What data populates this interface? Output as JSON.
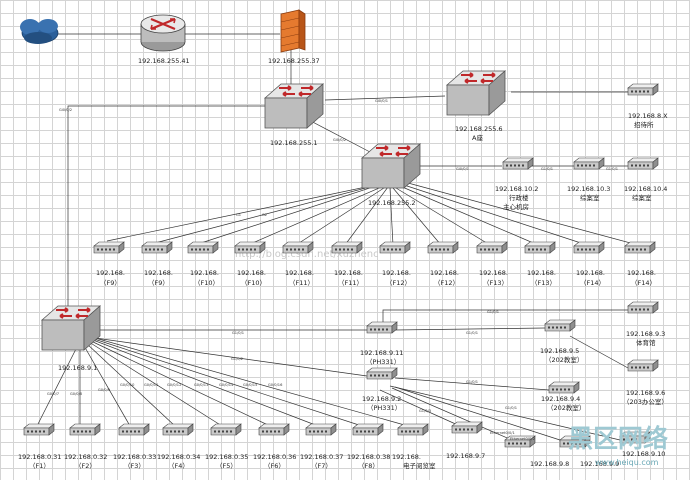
{
  "internet_icon": "cloud-icon",
  "devices": {
    "router": "192.168.255.41",
    "firewall": "192.168.255.37",
    "core_switch": "192.168.255.1",
    "building_a": [
      "192.168.255.6",
      "A座"
    ],
    "server_room": [
      "192.168.8.X",
      "招待所"
    ],
    "dist_switch_2": "192.168.255.2",
    "admin_building": [
      "192.168.10.2",
      "行政楼",
      "主心机房"
    ],
    "conf_room_3": [
      "192.168.10.3",
      "综案室"
    ],
    "conf_room_4": [
      "192.168.10.4",
      "综案室"
    ],
    "dist_switch_1": "192.168.9.1",
    "switch_9_11": [
      "192.168.9.11",
      "（PH331）"
    ],
    "switch_9_3": [
      "192.168.9.3",
      "体育馆"
    ],
    "switch_9_5": [
      "192.168.9.5",
      "（202教室）"
    ],
    "switch_9_2": [
      "192.168.9.2",
      "（PH331）"
    ],
    "switch_9_4": [
      "192.168.9.4",
      "（202教室）"
    ],
    "switch_9_6": [
      "192.168.9.6",
      "（203办公室）"
    ],
    "switch_9_7": "192.168.9.7",
    "switch_9_8": "192.168.9.8",
    "switch_9_9": "192.168.9.9",
    "switch_9_10": "192.168.9.10"
  },
  "floor_switches_top": [
    [
      "192.168.",
      "（F9）"
    ],
    [
      "192.168.",
      "（F9）"
    ],
    [
      "192.168.",
      "（F10）"
    ],
    [
      "192.168.",
      "（F10）"
    ],
    [
      "192.168.",
      "（F11）"
    ],
    [
      "192.168.",
      "（F11）"
    ],
    [
      "192.168.",
      "（F12）"
    ],
    [
      "192.168.",
      "（F12）"
    ],
    [
      "192.168.",
      "（F13）"
    ],
    [
      "192.168.",
      "（F13）"
    ],
    [
      "192.168.",
      "（F14）"
    ],
    [
      "192.168.",
      "（F14）"
    ]
  ],
  "floor_switches_bottom": [
    [
      "192.168.0.31",
      "（F1）"
    ],
    [
      "192.168.0.32",
      "（F2）"
    ],
    [
      "192.168.0.33",
      "（F3）"
    ],
    [
      "192.168.0.34",
      "（F4）"
    ],
    [
      "192.168.0.35",
      "（F5）"
    ],
    [
      "192.168.0.36",
      "（F6）"
    ],
    [
      "192.168.0.37",
      "（F7）"
    ],
    [
      "192.168.0.38",
      "（F8）"
    ],
    [
      "192.168.",
      "电子阅览室"
    ]
  ],
  "port_labels": {
    "core_left": "Gi0/0/2",
    "core_a": "Gi0/0/1",
    "core_d2": "Gi0/0/2",
    "d2_admin": "Gi0/0/1",
    "admin_3": "G1/0/1",
    "admin_4": "G1/0/1",
    "d2_f9_a": "G1",
    "d2_f9_b": "G2",
    "d1_911": "G1/0/1",
    "s911_93": "G1/0/1",
    "s911_95": "G1/0/1",
    "d1_92": "G1/0/2",
    "s92_94": "G1/0/1",
    "s92_96": "G1/0/1",
    "d1_floors": [
      "G0/0/7",
      "G0/0/8",
      "G0/0/9",
      "G0/0/10",
      "G0/0/11",
      "G0/0/12",
      "G0/0/13",
      "G0/0/14",
      "G0/0/15",
      "G0/0/16"
    ],
    "s92_97": "G1/0/3",
    "s92_98": "Ethernet0/0/1",
    "s92_99": "Ethernet0/0/2"
  },
  "watermark": "http://blog.csdn.net/xuzhenc",
  "logo": {
    "cn": "黑区网络",
    "url": "www.heiqu.com"
  },
  "colors": {
    "router": "#d8d8d8",
    "switch_body": "#c8c8c8",
    "arrow": "#c0282a",
    "firewall": "#e57a2f",
    "cloud": "#2b5f9a"
  }
}
